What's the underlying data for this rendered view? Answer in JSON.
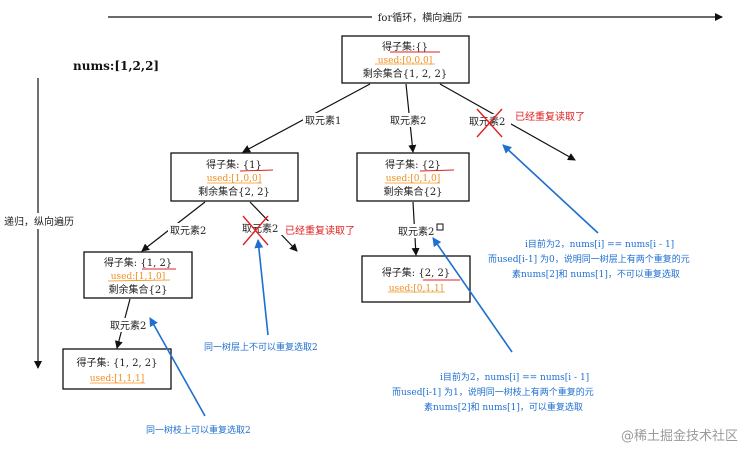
{
  "nums_label": "nums:[1,2,2]",
  "top_axis_label": "for循环，横向遍历",
  "left_axis_label": "递归，纵向遍历",
  "nodes": {
    "root": {
      "line1": "得子集:{}",
      "line2": "used:[0,0,0]",
      "line3": "剩余集合{1, 2, 2}"
    },
    "n1": {
      "line1": "得子集:  {1}",
      "line2": "used:[1,0,0]",
      "line3": "剩余集合{2, 2}"
    },
    "n2": {
      "line1": "得子集:  {2}",
      "line2": "used:[0,1,0]",
      "line3": "剩余集合{2}"
    },
    "n12": {
      "line1": "得子集:  {1, 2}",
      "line2": "used:[1,1,0]",
      "line3": "剩余集合{2}"
    },
    "n122": {
      "line1": "得子集:  {1, 2, 2}",
      "line2": "used:[1,1,1]"
    },
    "n22": {
      "line1": "得子集:  {2, 2}",
      "line2": "used:[0,1,1]"
    }
  },
  "edges": {
    "take1": "取元素1",
    "take2_root": "取元素2",
    "take2_root_dup": "取元素2",
    "take2_n1": "取元素2",
    "take2_n1_dup": "取元素2",
    "take2_n12": "取元素2",
    "take2_n2": "取元素2"
  },
  "dup_note_top": "已经重复读取了",
  "dup_note_mid": "已经重复读取了",
  "note_same_layer": "同一树层上不可以重复选取2",
  "note_same_branch": "同一树枝上可以重复选取2",
  "note_right_1": "i目前为2，nums[i] == nums[i - 1]",
  "note_right_2": "而used[i-1] 为0，说明同一树层上有两个重复的元",
  "note_right_3": "素nums[2]和 nums[1]，不可以重复选取",
  "note_bottom_1": "i目前为2，nums[i] == nums[i - 1]",
  "note_bottom_2": "而used[i-1] 为1，说明同一树枝上有两个重复的元",
  "note_bottom_3": "素nums[2]和 nums[1]，可以重复选取",
  "watermark": "@稀土掘金技术社区",
  "colors": {
    "blue": "#1f6fd0",
    "red": "#e02020",
    "orange": "#f0901e"
  }
}
